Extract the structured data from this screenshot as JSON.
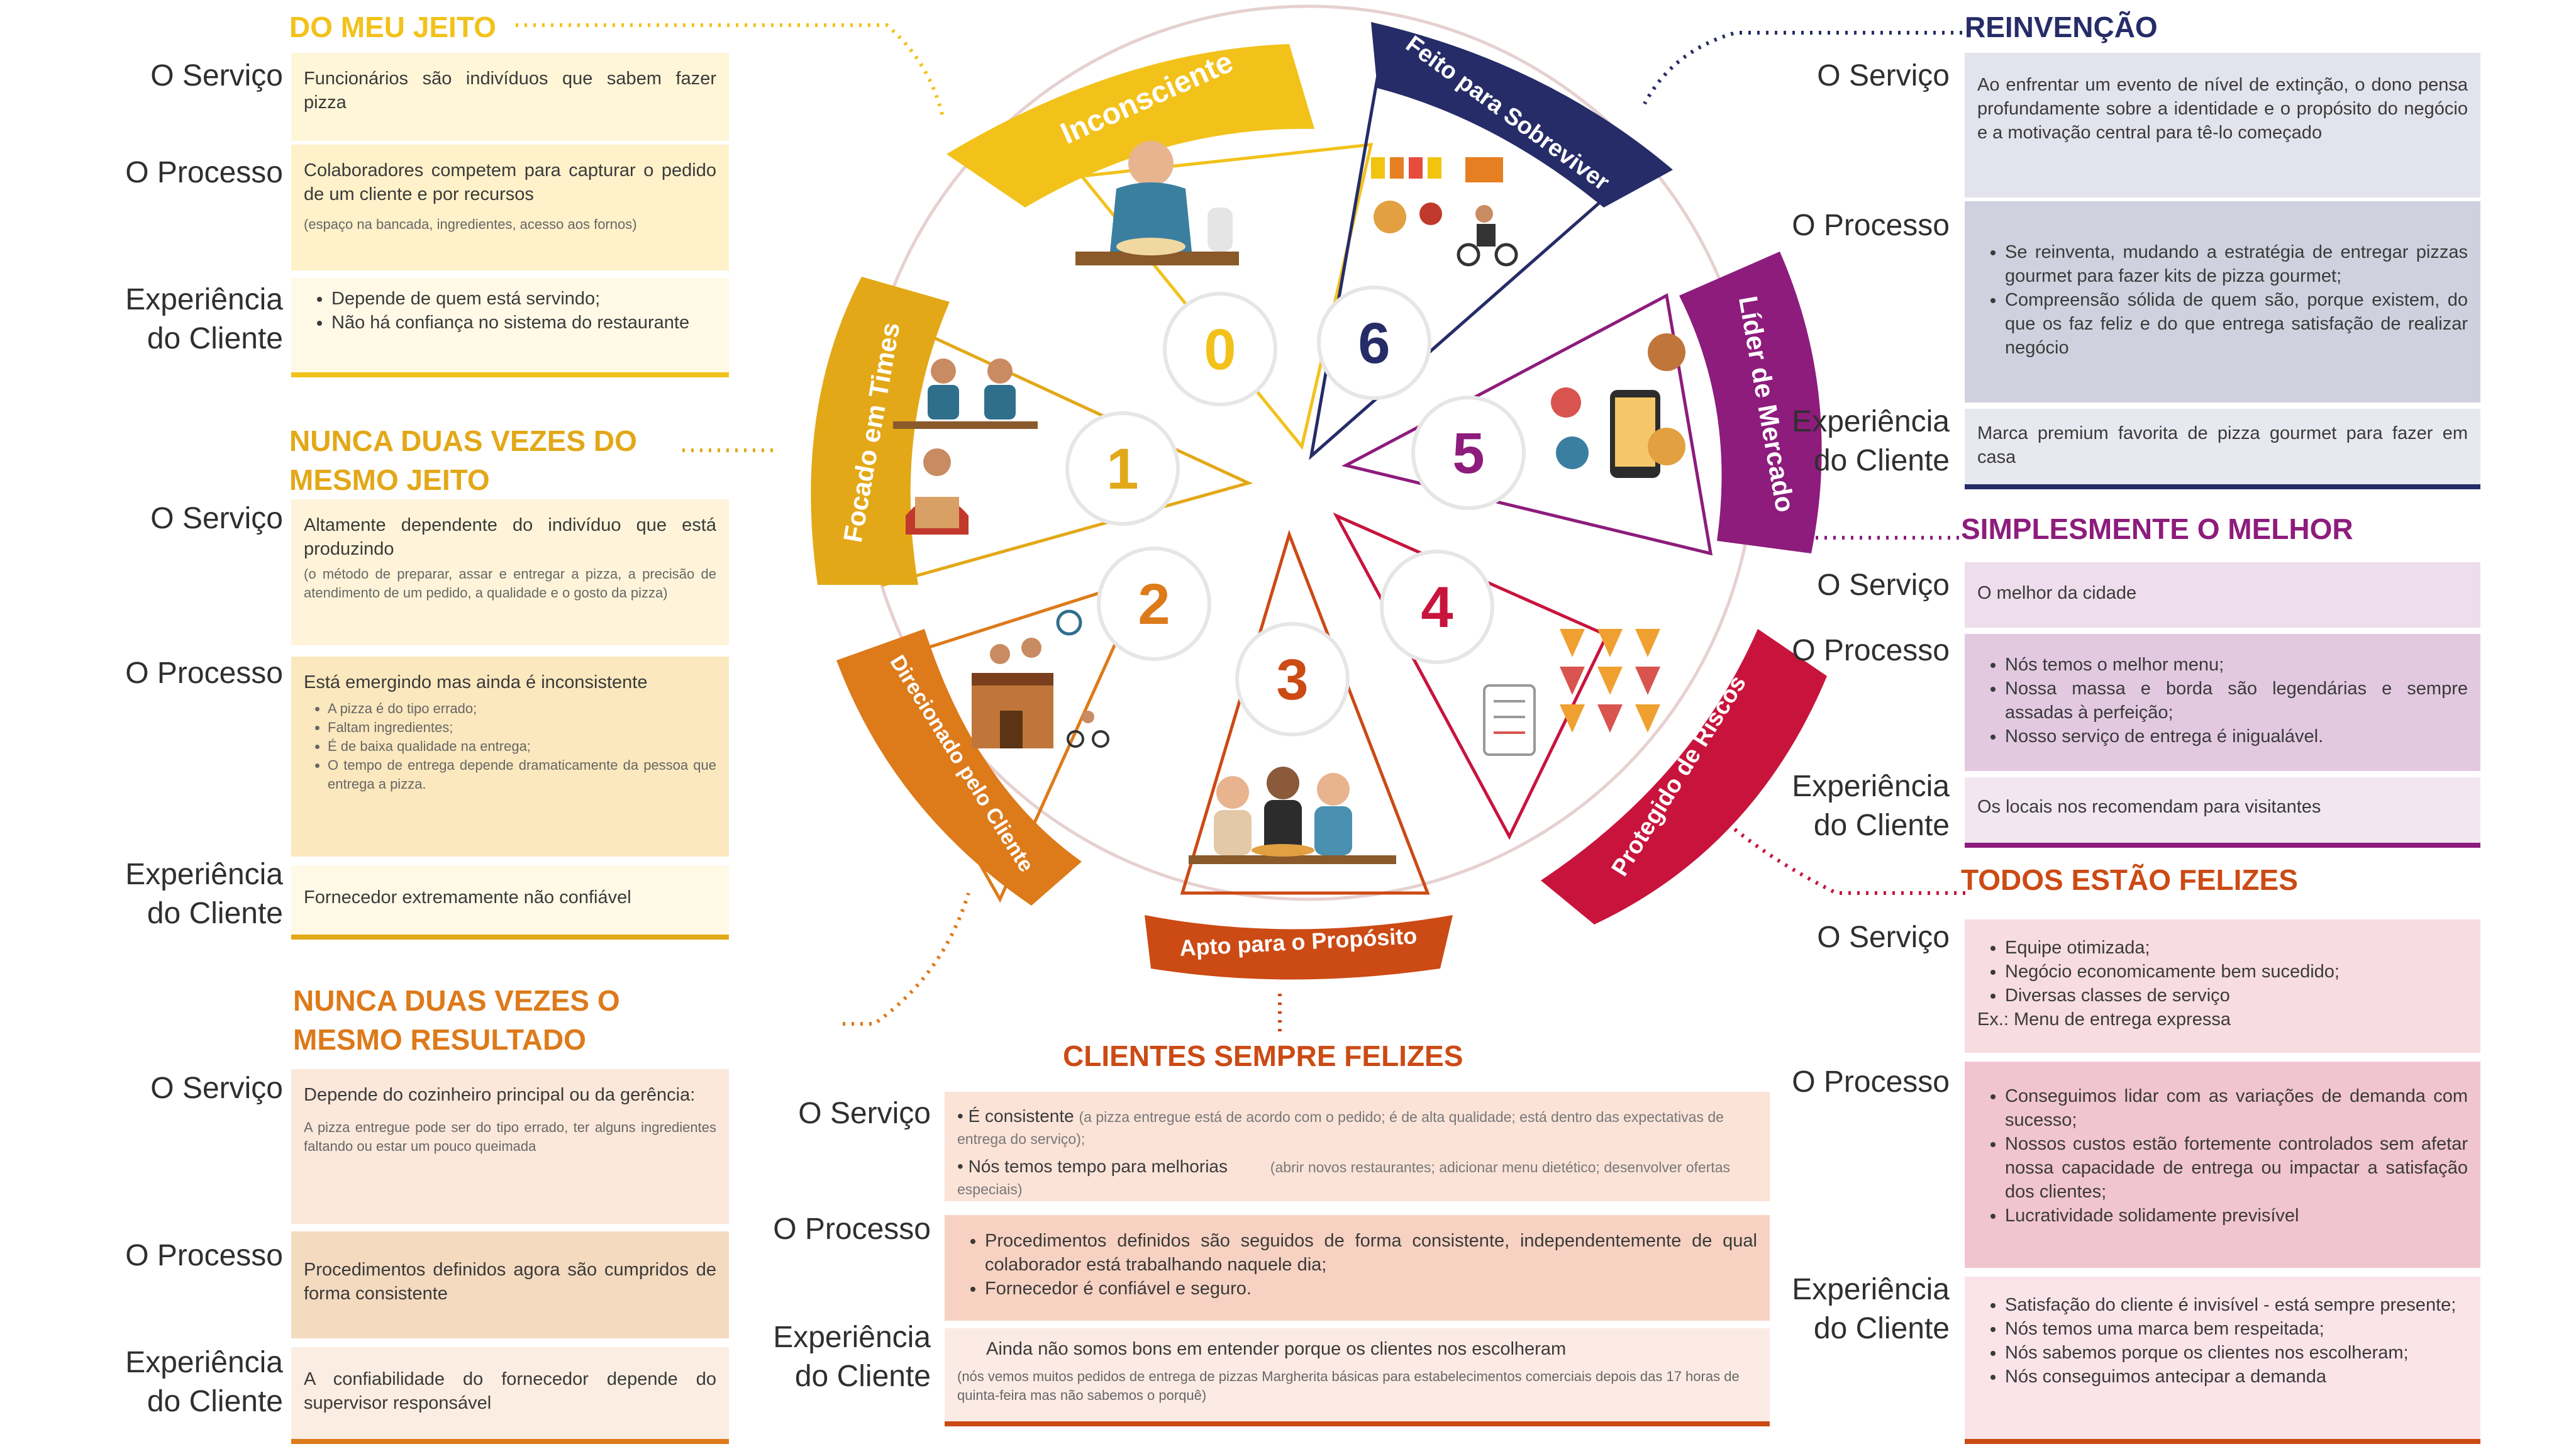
{
  "colors": {
    "yellow": "#F2C21B",
    "gold": "#E3A817",
    "orange": "#DD7A1A",
    "redorange": "#CC4A14",
    "crimson": "#C8143C",
    "purple": "#8D1C7C",
    "navy": "#262C67"
  },
  "labels": {
    "servico": "O Serviço",
    "processo": "O Processo",
    "experiencia1": "Experiência",
    "experiencia2": "do Cliente"
  },
  "wheel": {
    "segments": [
      {
        "number": "0",
        "name": "Inconsciente",
        "color": "#F2C21B"
      },
      {
        "number": "1",
        "name": "Focado em Times",
        "color": "#E3A817"
      },
      {
        "number": "2",
        "name": "Direcionado pelo Cliente",
        "color": "#DD7A1A"
      },
      {
        "number": "3",
        "name": "Apto para o Propósito",
        "color": "#CC4A14"
      },
      {
        "number": "4",
        "name": "Protegido de Riscos",
        "color": "#C8143C"
      },
      {
        "number": "5",
        "name": "Líder de Mercado",
        "color": "#8D1C7C"
      },
      {
        "number": "6",
        "name": "Feito para Sobreviver",
        "color": "#262C67"
      }
    ],
    "icons": [
      "pizza-maker-icon",
      "team-icon",
      "customer-icon",
      "shop-icon",
      "friends-eating-icon",
      "pizza-slices-icon",
      "checklist-icon",
      "phone-pizza-icon",
      "ingredients-icon",
      "delivery-bike-icon"
    ]
  },
  "panels": {
    "p0": {
      "title": "DO MEU JEITO",
      "servico": "Funcionários são indivíduos que sabem fazer pizza",
      "processo": "Colaboradores competem para capturar o pedido de um cliente e por recursos",
      "processo_note": "(espaço na bancada, ingredientes, acesso aos fornos)",
      "experiencia": [
        "Depende de quem está servindo;",
        "Não há confiança no sistema do restaurante"
      ]
    },
    "p1": {
      "title1": "NUNCA DUAS VEZES DO",
      "title2": "MESMO JEITO",
      "servico": "Altamente dependente do indivíduo que está produzindo",
      "servico_note": "(o método de preparar, assar e entregar a pizza, a precisão de atendimento de um pedido, a qualidade e o gosto da pizza)",
      "processo": "Está emergindo mas ainda é inconsistente",
      "processo_items": [
        "A pizza é do tipo errado;",
        "Faltam ingredientes;",
        "É de baixa qualidade na entrega;",
        "O tempo de entrega depende dramaticamente da pessoa que entrega a pizza."
      ],
      "experiencia": "Fornecedor extremamente não confiável"
    },
    "p2": {
      "title1": "NUNCA DUAS VEZES O",
      "title2": "MESMO RESULTADO",
      "servico": "Depende do cozinheiro principal ou da gerência:",
      "servico_note": "A pizza entregue pode ser do tipo errado, ter alguns ingredientes faltando ou estar um pouco queimada",
      "processo": "Procedimentos definidos agora são cumpridos de forma consistente",
      "experiencia": "A confiabilidade do fornecedor depende do supervisor responsável"
    },
    "p3": {
      "title": "CLIENTES SEMPRE FELIZES",
      "servico_1a": "É consistente",
      "servico_1b": "(a pizza entregue está de acordo com o pedido; é de alta qualidade; está dentro das expectativas de entrega do serviço);",
      "servico_2a": "Nós temos tempo para melhorias",
      "servico_2b": "(abrir novos restaurantes; adicionar menu dietético; desenvolver ofertas especiais)",
      "processo": [
        "Procedimentos definidos são seguidos de forma consistente, independentemente de qual colaborador está trabalhando naquele dia;",
        "Fornecedor é confiável e seguro."
      ],
      "experiencia": "Ainda não somos bons em entender porque os clientes nos escolheram",
      "experiencia_note": "(nós vemos muitos pedidos de entrega de pizzas Margherita básicas para estabelecimentos comerciais depois das 17 horas de quinta-feira mas não sabemos o porquê)"
    },
    "p4": {
      "title": "TODOS ESTÃO FELIZES",
      "servico": [
        "Equipe otimizada;",
        "Negócio economicamente bem sucedido;",
        "Diversas classes de serviço"
      ],
      "servico_extra": "Ex.: Menu de entrega expressa",
      "processo": [
        "Conseguimos lidar com as variações de demanda com sucesso;",
        "Nossos custos estão fortemente controlados sem afetar nossa capacidade de entrega ou impactar a satisfação dos clientes;",
        "Lucratividade solidamente previsível"
      ],
      "experiencia": [
        "Satisfação do cliente é invisível - está sempre presente;",
        "Nós temos uma marca bem respeitada;",
        "Nós sabemos porque os clientes nos escolheram;",
        "Nós conseguimos antecipar a demanda"
      ]
    },
    "p5": {
      "title": "SIMPLESMENTE O MELHOR",
      "servico": "O melhor da cidade",
      "processo": [
        "Nós temos o melhor menu;",
        "Nossa massa e borda são legendárias e sempre assadas à perfeição;",
        "Nosso serviço de entrega é inigualável."
      ],
      "experiencia": "Os locais nos recomendam para visitantes"
    },
    "p6": {
      "title": "REINVENÇÃO",
      "servico": "Ao enfrentar um evento de nível de extinção, o dono pensa profundamente sobre a identidade e o propósito do negócio e a motivação central para tê-lo começado",
      "processo": [
        "Se reinventa, mudando a estratégia de entregar pizzas gourmet para fazer kits de pizza gourmet;",
        "Compreensão sólida de quem são, porque existem, do que os faz feliz e do que entrega satisfação de realizar negócio"
      ],
      "experiencia": "Marca premium favorita de pizza gourmet para fazer em casa"
    }
  }
}
